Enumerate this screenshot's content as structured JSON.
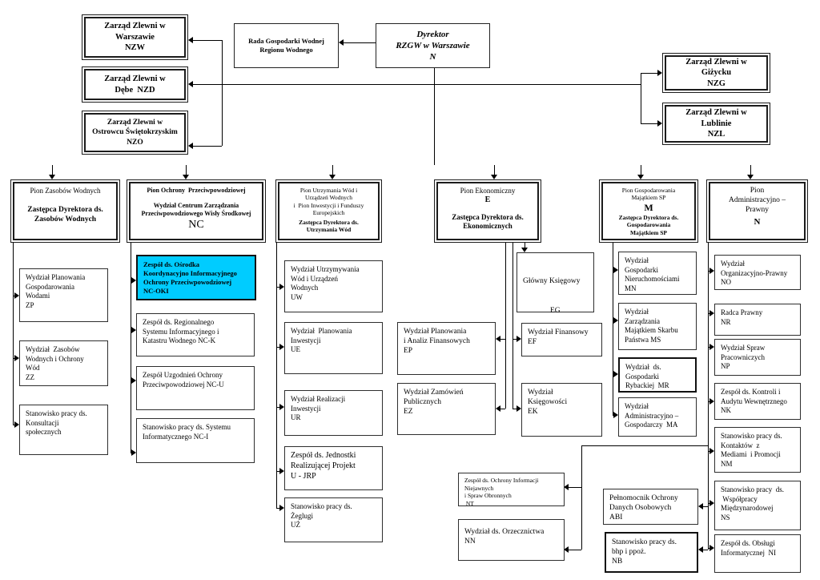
{
  "accent": {
    "highlight": "#00ccff",
    "line_color": "#000000"
  },
  "top": {
    "nzw": "Zarząd Zlewni w\nWarszawie\nNZW",
    "nzd": "Zarząd Zlewni w\nDębe  NZD",
    "nzo": "Zarząd Zlewni w\nOstrowcu Świętokrzyskim\nNZO",
    "rada": "Rada Gospodarki Wodnej\nRegionu Wodnego",
    "dyrektor": "Dyrektor\nRZGW w Warszawie\nN",
    "nzg": "Zarząd Zlewni w\nGiżycku\nNZG",
    "nzl": "Zarząd Zlewni w\nLublinie\nNZL"
  },
  "pions": [
    {
      "title": "Pion Zasobów Wodnych",
      "subtitle": "Zastępca Dyrektora ds.\nZasobów Wodnych"
    },
    {
      "title": "Pion Ochrony  Przeciwpowodziowej",
      "dept": "Wydział Centrum Zarządzania\nPrzeciwpowodziowego Wisły Środkowej",
      "code": "NC"
    },
    {
      "title": "Pion Utrzymania Wód i\nUrządzeń Wodnych\ni  Pion Inwestycji i Funduszy\nEuropejskich",
      "subtitle": "Zastępca Dyrektora ds.\nUtrzymania Wód"
    },
    {
      "title": "Pion Ekonomiczny",
      "code": "E",
      "subtitle": "Zastępca Dyrektora ds.\nEkonomicznych"
    },
    {
      "title": "Pion Gospodarowania\nMajątkiem SP",
      "code": "M",
      "subtitle": "Zastępca Dyrektora ds.\nGospodarowania\nMajątkiem SP"
    },
    {
      "title": "Pion\nAdministracyjno –\nPrawny",
      "code": "N"
    }
  ],
  "units": {
    "zp": "Wydział Planowania\nGospodarowania\nWodami\nZP",
    "zz": "Wydział  Zasobów\nWodnych i Ochrony\nWód\nZZ",
    "ks": "Stanowisko pracy ds.\nKonsultacji\nspołecznych",
    "oki": "Zespół ds. Ośrodka\nKoordynacyjno Informacyjnego\nOchrony Przeciwpowodziowej\nNC-OKI",
    "nck": "Zespół ds. Regionalnego\nSystemu Informacyjnego i\nKatastru Wodnego NC-K",
    "ncu": "Zespół Uzgodnień Ochrony\nPrzeciwpowodziowej NC-U",
    "nci": "Stanowisko pracy ds. Systemu\nInformatycznego NC-I",
    "uw": "Wydział Utrzymywania\nWód i Urządzeń\nWodnych\nUW",
    "ue": "Wydział  Planowania\nInwestycji\nUE",
    "ur": "Wydział Realizacji\nInwestycji\nUR",
    "jrp": "Zespół ds. Jednostki\nRealizującej Projekt\nU - JRP",
    "uz": "Stanowisko pracy ds.\nŻeglugi\nUŻ",
    "ep": "Wydział Planowania\ni Analiz Finansowych\nEP",
    "ez": "Wydział Zamówień\nPublicznych\nEZ",
    "eg_label": "Główny Księgowy",
    "eg_code": "EG",
    "ef": "Wydział Finansowy\nEF",
    "ek": "Wydział\nKsięgowości\nEK",
    "mn": "Wydział\nGospodarki\nNieruchomościami\nMN",
    "ms": "Wydział\nZarządzania\nMajątkiem Skarbu\nPaństwa MS",
    "mr": "Wydział  ds.\nGospodarki\nRybackiej  MR",
    "ma": "Wydział\nAdministracyjno –\nGospodarczy  MA",
    "no": "Wydział\nOrganizacyjno-Prawny\nNO",
    "nr": "Radca Prawny\nNR",
    "np": "Wydział Spraw\nPracowniczych\nNP",
    "nk": "Zespół ds. Kontroli i\nAudytu Wewnętrznego\nNK",
    "nm": "Stanowisko pracy ds.\nKontaktów  z\nMediami  i Promocji\nNM",
    "ns": "Stanowisko pracy  ds.\n Współpracy\nMiędzynarodowej\nNS",
    "ni": "Zespół ds. Obsługi\nInformatycznej  NI",
    "nt": "Zespół ds. Ochrony Informacji\nNiejawnych\ni Spraw Obronnych\n NT",
    "nn": "Wydział ds. Orzecznictwa\nNN",
    "abi": "Pełnomocnik Ochrony\nDanych Osobowych\nABI",
    "nb": "Stanowisko pracy ds.\nbhp i ppoż.\nNB"
  }
}
